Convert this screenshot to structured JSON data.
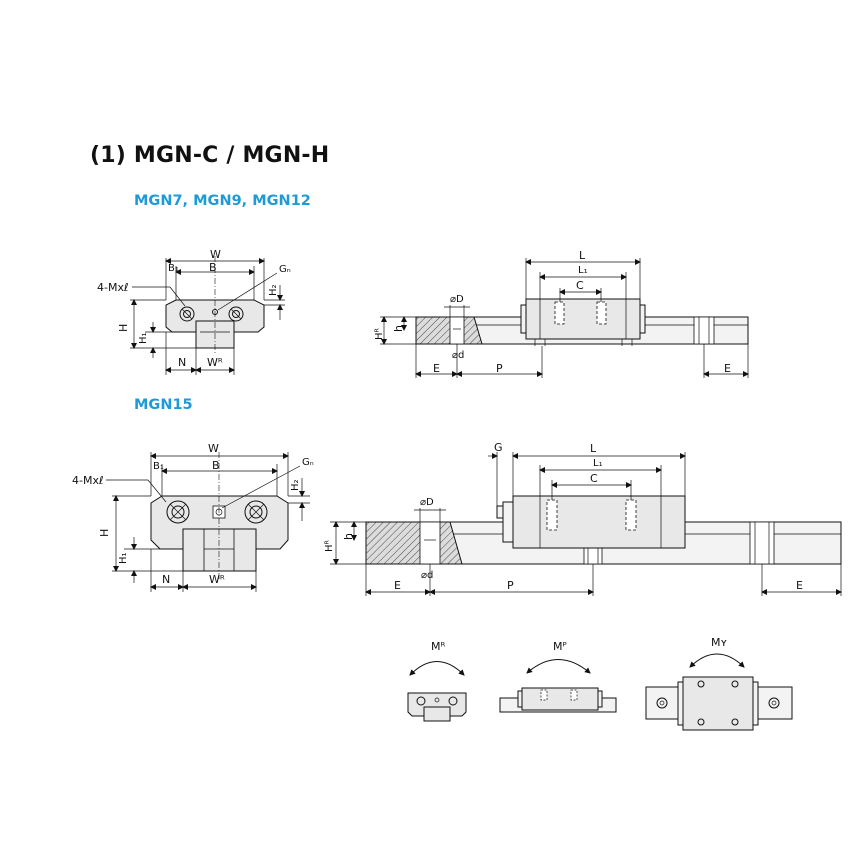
{
  "header": {
    "title": "(1) MGN-C / MGN-H",
    "sub1": "MGN7, MGN9, MGN12",
    "sub2": "MGN15",
    "accent": "#1e9bd7"
  },
  "labels": {
    "W": "W",
    "B": "B",
    "B1": "B₁",
    "Gn": "Gₙ",
    "Mxl": "4-Mxℓ",
    "H": "H",
    "H1": "H₁",
    "H2": "H₂",
    "HR": "Hᴿ",
    "h": "h",
    "N": "N",
    "WR": "Wᴿ",
    "L": "L",
    "L1": "L₁",
    "C": "C",
    "D": "⌀D",
    "d": "⌀d",
    "E": "E",
    "P": "P",
    "G": "G",
    "MR": "Mᴿ",
    "MP": "Mᴾ",
    "MY": "Mʏ"
  }
}
